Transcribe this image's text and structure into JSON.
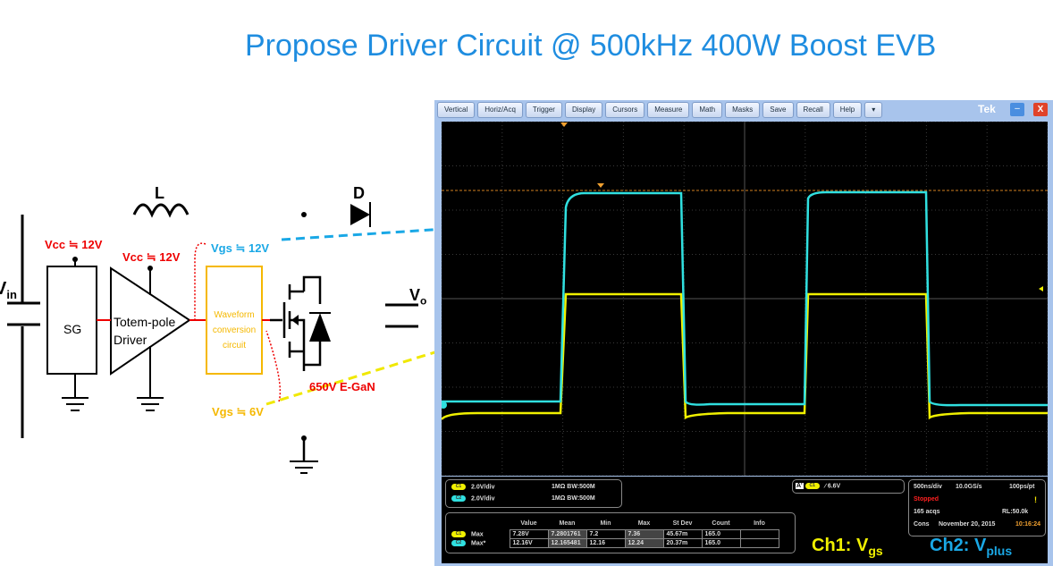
{
  "title": "Propose Driver Circuit @ 500kHz 400W Boost EVB",
  "circuit": {
    "inductor": "L",
    "diode": "D",
    "vin": "V",
    "vin_sub": "in",
    "vo": "V",
    "vo_sub": "o",
    "vcc_sg": "Vcc ≒ 12V",
    "vcc_driver": "Vcc ≒ 12V",
    "sg": "SG",
    "driver_line1": "Totem-pole",
    "driver_line2": "Driver",
    "wc_line1": "Waveform",
    "wc_line2": "conversion",
    "wc_line3": "circuit",
    "vgs12": "Vgs ≒ 12V",
    "vgs6": "Vgs ≒ 6V",
    "gan": "650V E-GaN"
  },
  "scope": {
    "menu": [
      "Vertical",
      "Horiz/Acq",
      "Trigger",
      "Display",
      "Cursors",
      "Measure",
      "Math",
      "Masks",
      "Save",
      "Recall",
      "Help",
      "▾"
    ],
    "brand": "Tek",
    "minimize": "–",
    "close": "X",
    "channels": [
      {
        "chip": "C1",
        "scale": "2.0V/div",
        "imp": "1MΩ",
        "bw": "BW:500M",
        "color": "#f0f000"
      },
      {
        "chip": "C2",
        "scale": "2.0V/div",
        "imp": "1MΩ",
        "bw": "BW:500M",
        "color": "#30e0e0"
      }
    ],
    "measure": {
      "headers": [
        "",
        "Value",
        "Mean",
        "Min",
        "Max",
        "St Dev",
        "Count",
        "Info"
      ],
      "rows": [
        {
          "chip": "C1",
          "name": "Max",
          "cells": [
            "7.28V",
            "7.2801761",
            "7.2",
            "7.36",
            "45.67m",
            "165.0",
            ""
          ]
        },
        {
          "chip": "C2",
          "name": "Max*",
          "cells": [
            "12.16V",
            "12.165481",
            "12.16",
            "12.24",
            "20.37m",
            "165.0",
            ""
          ]
        }
      ]
    },
    "trigger": {
      "mode": "A'",
      "chip": "C1",
      "level": "6.6V"
    },
    "acq": {
      "timebase": "500ns/div",
      "rate": "10.0GS/s",
      "res": "100ps/pt",
      "state": "Stopped",
      "acqs": "165 acqs",
      "rl": "RL:50.0k",
      "cons": "Cons",
      "date": "November 20, 2015",
      "time": "10:16:24"
    }
  },
  "legend": {
    "ch1": "Ch1: V",
    "ch1_sub": "gs",
    "ch2": "Ch2: V",
    "ch2_sub": "plus"
  }
}
